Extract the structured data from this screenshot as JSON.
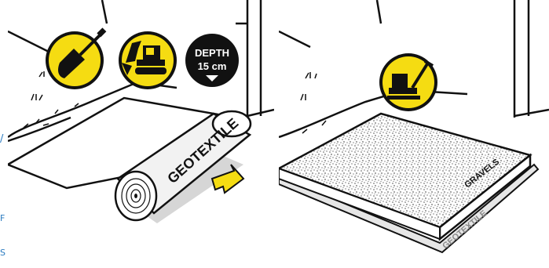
{
  "colors": {
    "yellow": "#f5dc12",
    "black": "#111111",
    "white": "#ffffff",
    "edge_blue": "#2a7bc0"
  },
  "left_panel": {
    "icons": [
      {
        "name": "shovel-icon"
      },
      {
        "name": "excavator-icon"
      },
      {
        "name": "depth-badge",
        "title": "DEPTH",
        "value": "15 cm"
      }
    ],
    "roll_label": "GEOTEXTILE"
  },
  "right_panel": {
    "icons": [
      {
        "name": "plate-compactor-icon"
      }
    ],
    "gravel_label": "GRAVELS",
    "geotextile_label": "GEOTEXTILE"
  },
  "edge_marks": [
    "/",
    "F",
    "S"
  ]
}
